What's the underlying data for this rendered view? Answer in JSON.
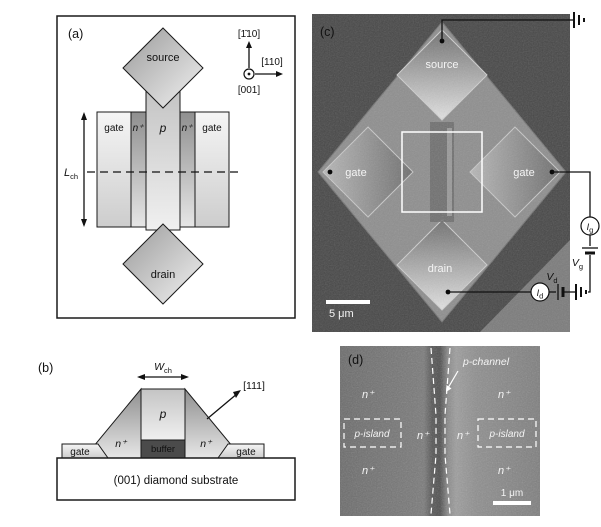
{
  "colors": {
    "panel_label": "#e0521f"
  },
  "panel_a": {
    "label": "(a)",
    "source": "source",
    "drain": "drain",
    "gate_left": "gate",
    "gate_right": "gate",
    "n_plus_left": "n⁺",
    "n_plus_right": "n⁺",
    "p_channel": "p",
    "l_ch": {
      "main": "L",
      "sub": "ch"
    },
    "axes": {
      "vertical": "[1̄10]",
      "horizontal": "[110]",
      "out_of_plane": "[001]"
    }
  },
  "panel_b": {
    "label": "(b)",
    "w_ch": {
      "main": "W",
      "sub": "ch"
    },
    "p_region": "p",
    "buffer": "buffer",
    "n_plus_left": "n⁺",
    "n_plus_right": "n⁺",
    "gate_left": "gate",
    "gate_right": "gate",
    "substrate": "(001) diamond substrate",
    "axis_111": "[111]"
  },
  "panel_c": {
    "label": "(c)",
    "source": "source",
    "drain": "drain",
    "gate_left": "gate",
    "gate_right": "gate",
    "scale_bar": "5 μm",
    "i_g": {
      "main": "I",
      "sub": "g"
    },
    "v_g": {
      "main": "V",
      "sub": "g"
    },
    "i_d": {
      "main": "I",
      "sub": "d"
    },
    "v_d": {
      "main": "V",
      "sub": "d"
    }
  },
  "panel_d": {
    "label": "(d)",
    "p_channel": "p-channel",
    "p_island_left": "p-island",
    "p_island_right": "p-island",
    "n_plus": [
      "n⁺",
      "n⁺",
      "n⁺",
      "n⁺",
      "n⁺",
      "n⁺"
    ],
    "scale_bar": "1 μm"
  }
}
